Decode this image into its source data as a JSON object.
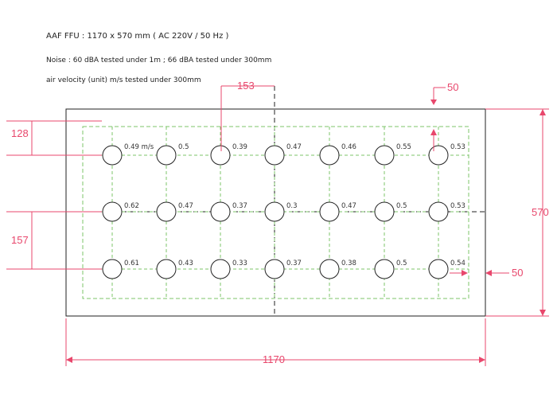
{
  "notes": {
    "line1": "AAF   FFU :  1170 x 570   mm     ( AC 220V / 50 Hz )",
    "line2": "Noise :   60 dBA     tested  under   1m ;     66 dBA   tested  under  300mm",
    "line3": "air velocity (unit)      m/s        tested  under 300mm"
  },
  "dimensions": {
    "width": "1170",
    "height": "570",
    "top_offset": "128",
    "row_spacing": "157",
    "col_offset": "153",
    "margin_top": "50",
    "margin_right": "50"
  },
  "grid": {
    "rows": [
      [
        "0.49 m/s",
        "0.5",
        "0.39",
        "0.47",
        "0.46",
        "0.55",
        "0.53"
      ],
      [
        "0.62",
        "0.47",
        "0.37",
        "0.3",
        "0.47",
        "0.5",
        "0.53"
      ],
      [
        "0.61",
        "0.43",
        "0.33",
        "0.37",
        "0.38",
        "0.5",
        "0.54"
      ]
    ]
  },
  "colors": {
    "dimension": "#e8476c",
    "dashed_grid": "#7cc46a",
    "outline": "#222222"
  }
}
